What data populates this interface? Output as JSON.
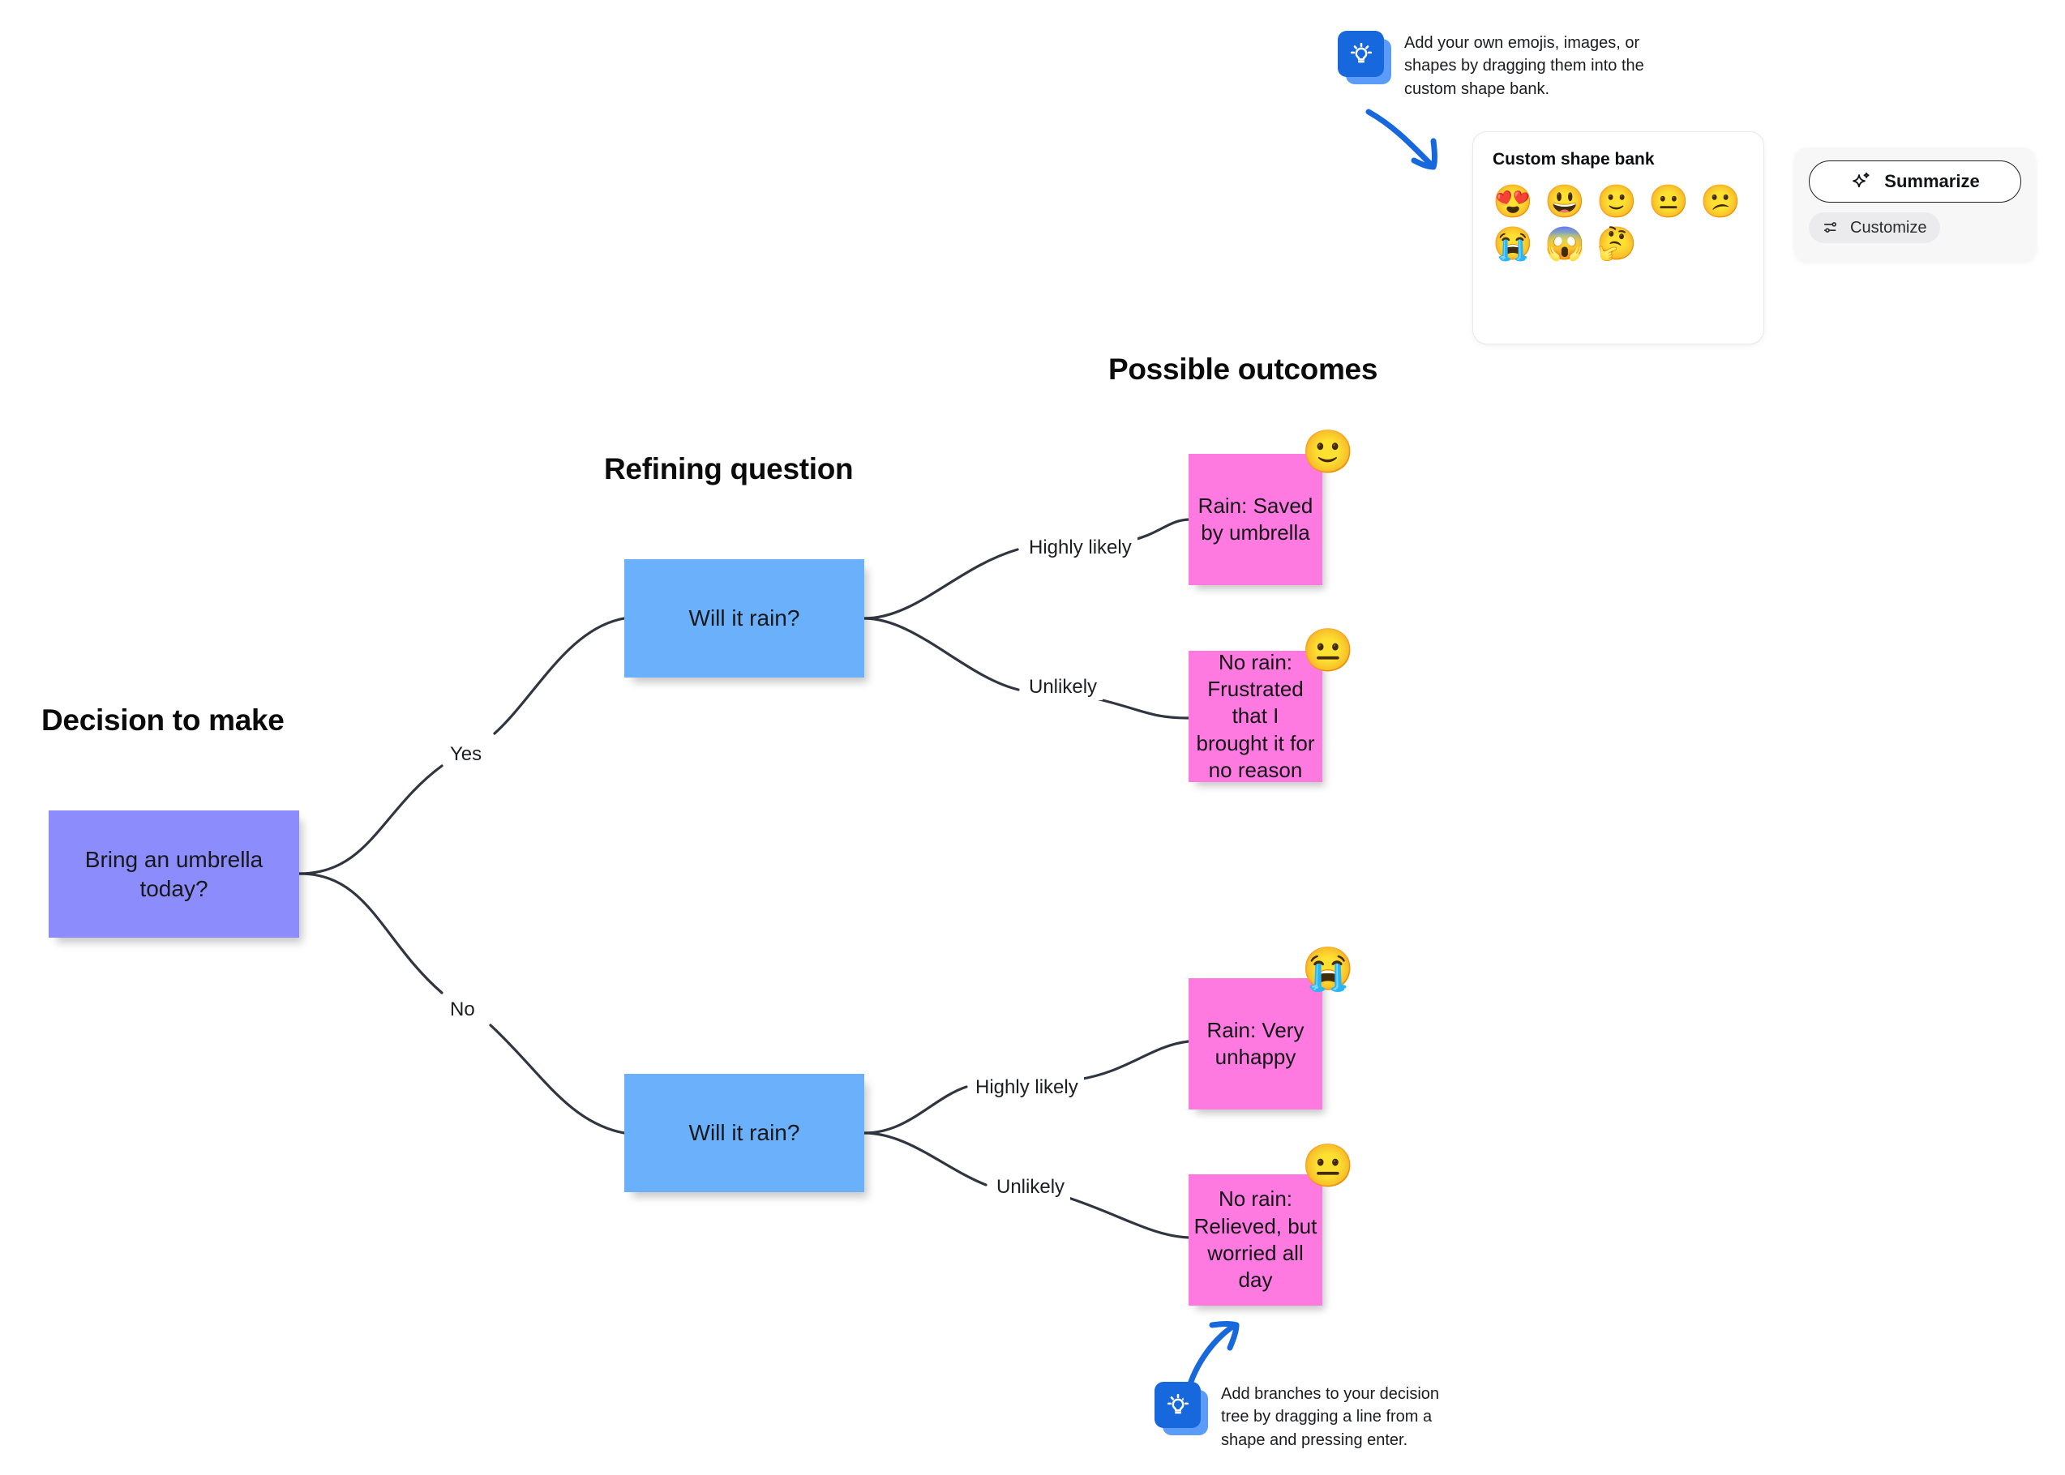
{
  "headings": {
    "decision": "Decision to make",
    "refining": "Refining question",
    "outcomes": "Possible outcomes"
  },
  "tree": {
    "root": {
      "label": "Bring an umbrella today?",
      "color": "#8c8cfc"
    },
    "questions": [
      {
        "id": "q-top",
        "label": "Will it rain?",
        "color": "#6bb0fb"
      },
      {
        "id": "q-bottom",
        "label": "Will it rain?",
        "color": "#6bb0fb"
      }
    ],
    "branch_labels": {
      "yes": "Yes",
      "no": "No",
      "highly_likely_top": "Highly likely",
      "unlikely_top": "Unlikely",
      "highly_likely_bottom": "Highly likely",
      "unlikely_bottom": "Unlikely"
    },
    "outcomes": [
      {
        "id": "rain-saved",
        "text": "Rain:\nSaved by\numbrella",
        "emoji": "🙂",
        "emoji_name": "slightly-smiling-face",
        "color": "#fe79e0"
      },
      {
        "id": "norain-frust",
        "text": "No rain:\nFrustrated\nthat I brought\nit for no\nreason",
        "emoji": "😐",
        "emoji_name": "neutral-face",
        "color": "#fe79e0"
      },
      {
        "id": "rain-unhappy",
        "text": "Rain:\nVery\nunhappy",
        "emoji": "😭",
        "emoji_name": "loudly-crying-face",
        "color": "#fe79e0"
      },
      {
        "id": "norain-relief",
        "text": "No rain:\nRelieved,\nbut worried\nall day",
        "emoji": "😐",
        "emoji_name": "neutral-face",
        "color": "#fe79e0"
      }
    ]
  },
  "hints": [
    {
      "id": "shape-bank-hint",
      "icon": "lightbulb-icon",
      "text": "Add your own emojis, images, or shapes by dragging them into the custom shape bank."
    },
    {
      "id": "branches-hint",
      "icon": "lightbulb-icon",
      "text": "Add branches to your decision tree by dragging a line from a shape and pressing enter."
    }
  ],
  "shape_bank": {
    "title": "Custom shape bank",
    "emojis": [
      {
        "glyph": "😍",
        "name": "smiling-face-with-heart-eyes"
      },
      {
        "glyph": "😃",
        "name": "grinning-face-with-big-eyes"
      },
      {
        "glyph": "🙂",
        "name": "slightly-smiling-face"
      },
      {
        "glyph": "😐",
        "name": "neutral-face"
      },
      {
        "glyph": "😕",
        "name": "confused-face"
      },
      {
        "glyph": "😭",
        "name": "loudly-crying-face"
      },
      {
        "glyph": "😱",
        "name": "face-screaming-in-fear"
      },
      {
        "glyph": "🤔",
        "name": "thinking-face"
      }
    ]
  },
  "summarize_panel": {
    "summarize_label": "Summarize",
    "summarize_icon": "sparkle-icon",
    "customize_label": "Customize",
    "customize_icon": "sliders-icon"
  },
  "colors": {
    "root_node": "#8c8cfc",
    "question_node": "#6bb0fb",
    "outcome_note": "#fe79e0",
    "edge": "#2f3640",
    "accent_blue": "#1668dc"
  }
}
